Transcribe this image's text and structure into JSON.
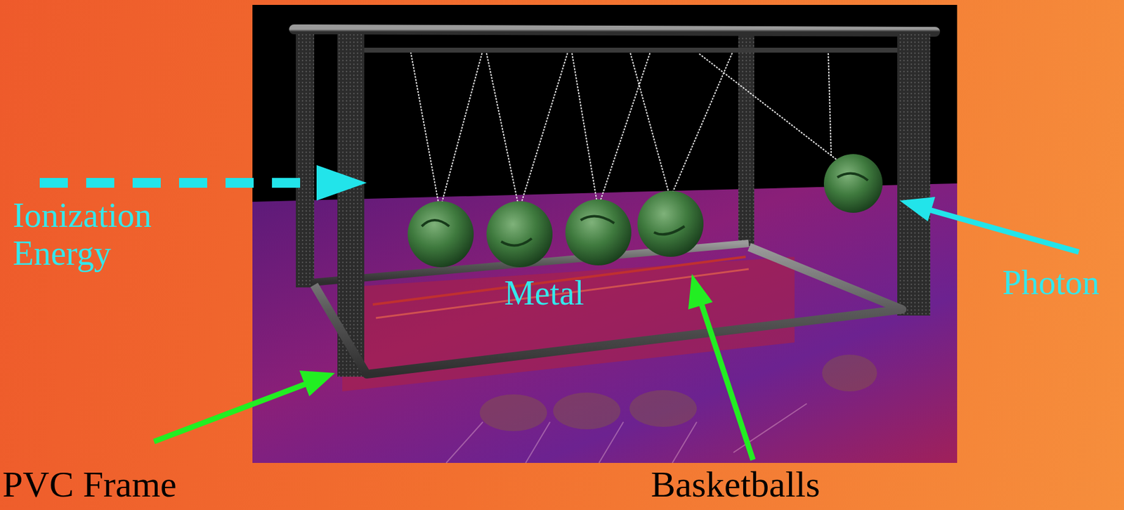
{
  "diagram": {
    "labels": [
      "Ionization Energy",
      "Metal",
      "Photon",
      "PVC Frame",
      "Basketballs"
    ]
  }
}
